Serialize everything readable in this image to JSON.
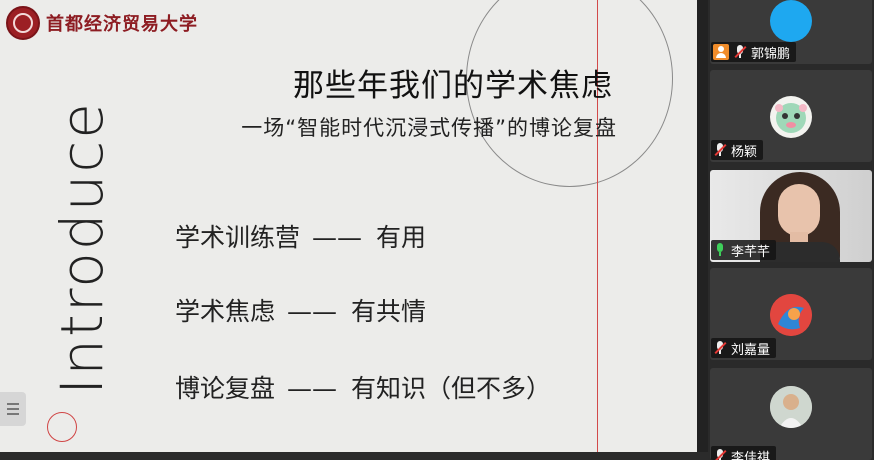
{
  "slide": {
    "university_name": "首都经济贸易大学",
    "vertical_word": "Introduce",
    "title": "那些年我们的学术焦虑",
    "subtitle": "一场“智能时代沉浸式传播”的博论复盘",
    "points": [
      {
        "topic": "学术训练营",
        "sep": "——",
        "comment": "有用"
      },
      {
        "topic": "学术焦虑",
        "sep": "——",
        "comment": "有共情"
      },
      {
        "topic": "博论复盘",
        "sep": "——",
        "comment": "有知识（但不多）"
      }
    ],
    "menu_icon": "hamburger-menu-icon"
  },
  "participants": [
    {
      "name": "郭锦鹏",
      "mic": "muted",
      "role": "host",
      "avatar": "blue-circle"
    },
    {
      "name": "杨颖",
      "mic": "muted",
      "avatar": "cartoon"
    },
    {
      "name": "李芊芊",
      "mic": "on",
      "avatar": "video"
    },
    {
      "name": "刘嘉量",
      "mic": "muted",
      "avatar": "abstract"
    },
    {
      "name": "李佳祺",
      "mic": "muted",
      "avatar": "photo"
    }
  ],
  "colors": {
    "slide_bg": "#ececea",
    "logo_red": "#8d1c22",
    "mic_muted": "#e53935",
    "mic_on": "#3ecf5a",
    "host_badge": "#f08c2a"
  }
}
